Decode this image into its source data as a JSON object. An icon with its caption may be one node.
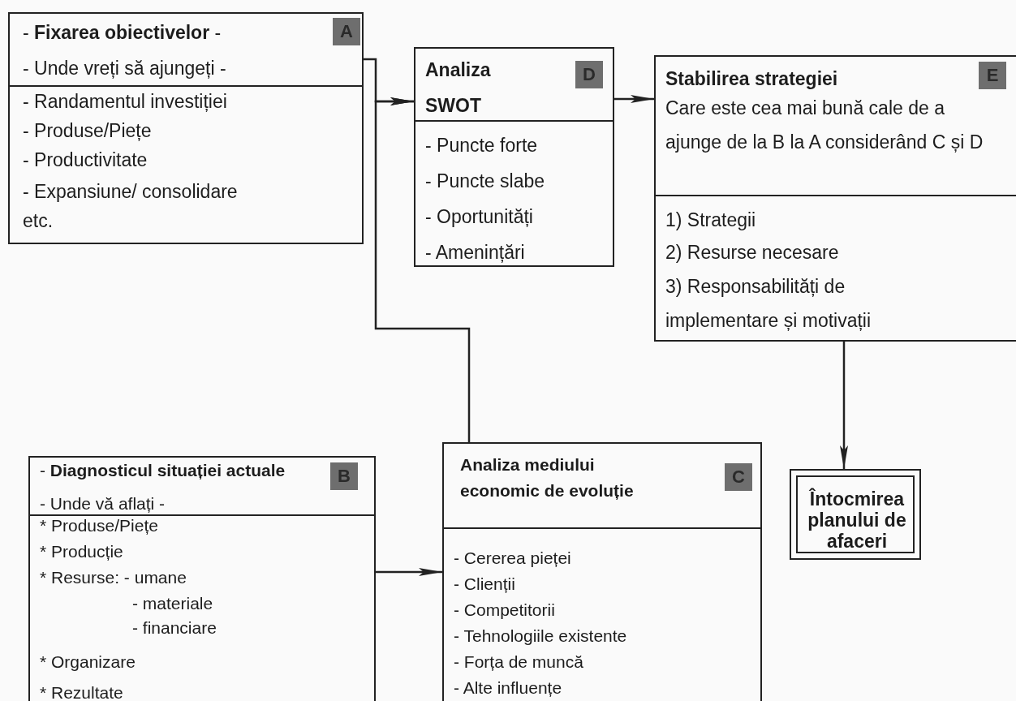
{
  "diagram": {
    "nodes": [
      {
        "text": [
          "- **Fixarea obiectivelor** -",
          "A",
          "- Unde vreți să ajungeți -",
          "- Randamentul investiției",
          "- Produse/Piețe",
          "- Productivitate",
          "- Expansiune/ consolidare etc."
        ]
      },
      {
        "text": [
          "Analiza SWOT",
          "D",
          "- Puncte forte",
          "- Puncte slabe",
          "- Oportunități",
          "- Amenințări"
        ]
      },
      {
        "text": [
          "Stabilirea strategiei",
          "E",
          "Care este cea mai bună cale de a ajunge de la B la A considerând C și D",
          "1) Strategii",
          "2) Resurse necesare",
          "3) Responsabilități de implementare și motivații"
        ]
      },
      {
        "text": [
          "- **Diagnosticul situației actuale**",
          "B",
          "- Unde vă aflați -",
          "* Produse/Piețe",
          "* Producție",
          "* Resurse: - umane",
          "- materiale",
          "- financiare",
          "* Organizare",
          "* Rezultate"
        ]
      },
      {
        "text": [
          "Analiza mediului economic de evoluție",
          "C",
          "- Cererea pieței",
          "- Clienții",
          "- Competitorii",
          "- Tehnologiile existente",
          "- Forța de muncă",
          "- Alte influențe"
        ]
      },
      {
        "text": [
          "Întocmirea planului de afaceri"
        ]
      }
    ],
    "edges": [
      {
        "from": 0,
        "to": 1,
        "arrow": "to"
      },
      {
        "from": 4,
        "to": 1,
        "arrow": "to"
      },
      {
        "from": 1,
        "to": 2,
        "arrow": "to"
      },
      {
        "from": 2,
        "to": 5,
        "arrow": "to"
      },
      {
        "from": 3,
        "to": 4,
        "arrow": "to"
      }
    ]
  }
}
